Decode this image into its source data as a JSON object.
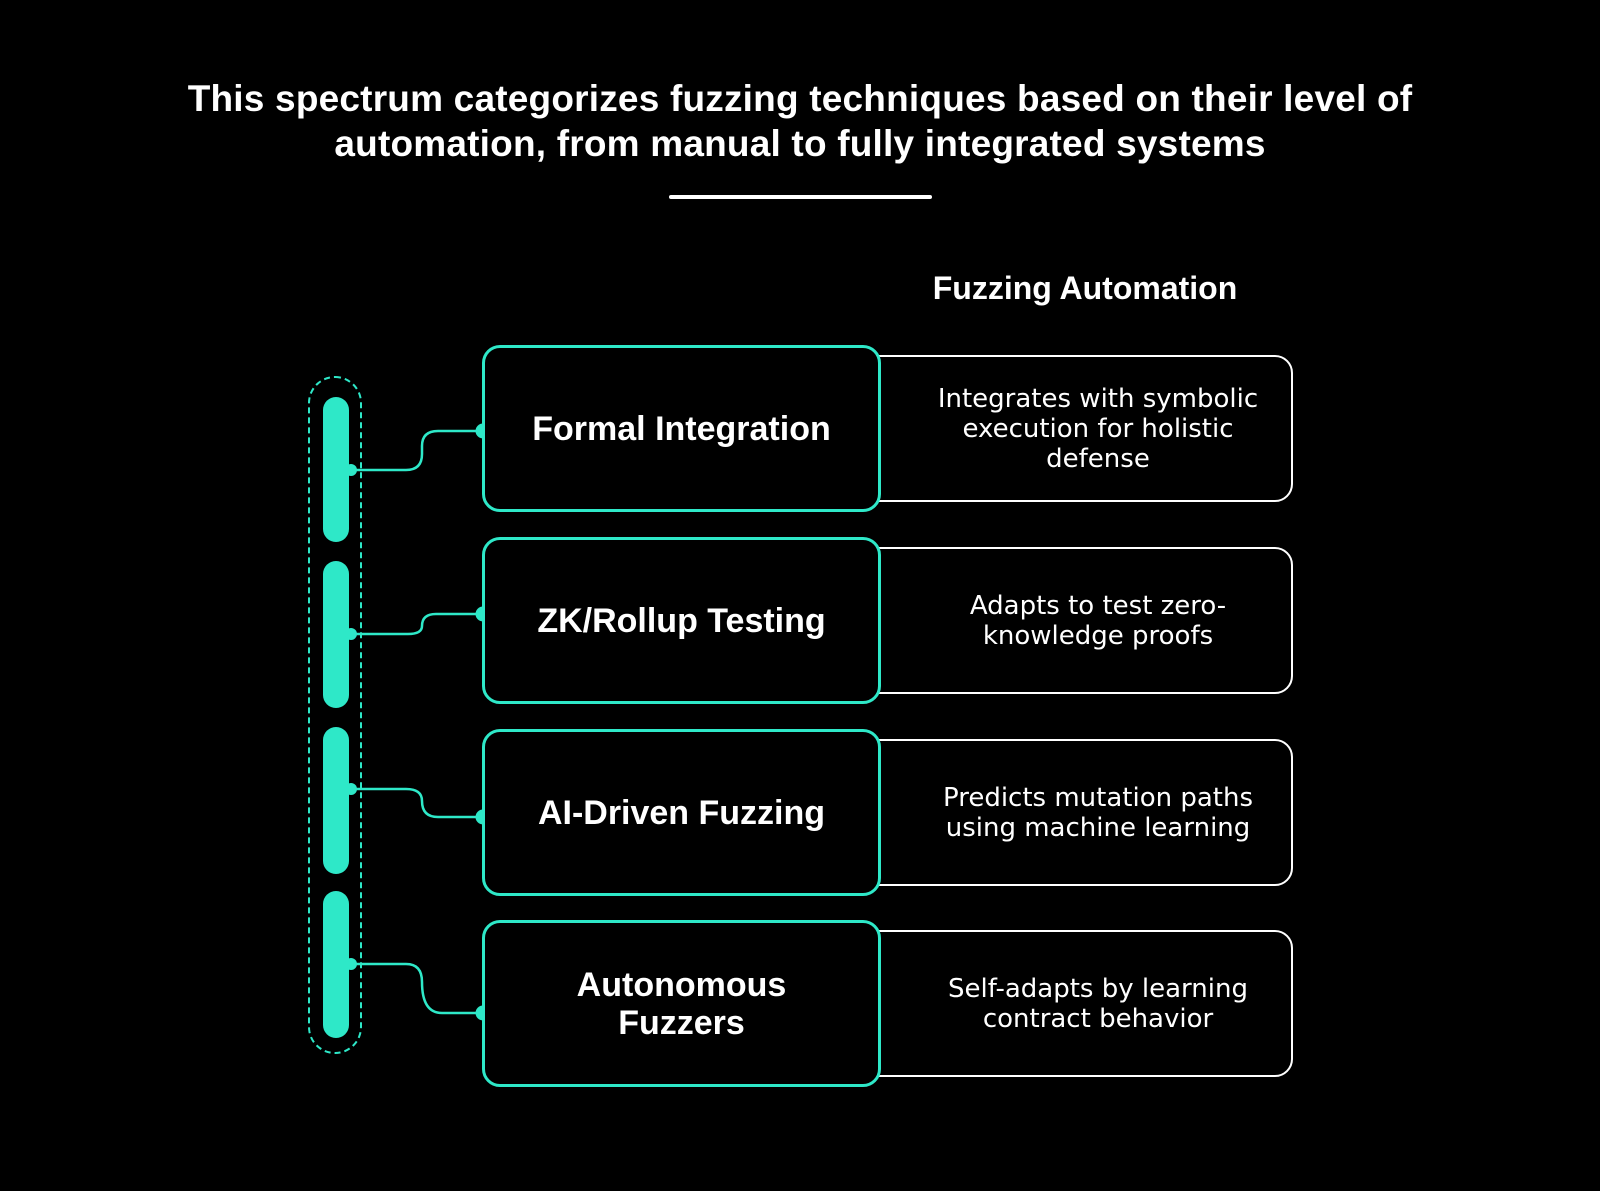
{
  "title": "This spectrum categorizes fuzzing techniques based on their level of automation, from manual to fully integrated systems",
  "section_header": "Fuzzing Automation",
  "accent_color": "#2ee8c8",
  "techniques": [
    {
      "label": "Formal Integration",
      "description": "Integrates with symbolic execution for holistic defense"
    },
    {
      "label": "ZK/Rollup Testing",
      "description": "Adapts to test zero-knowledge proofs"
    },
    {
      "label": "AI-Driven Fuzzing",
      "description": "Predicts mutation paths using machine learning"
    },
    {
      "label": "Autonomous Fuzzers",
      "description": "Self-adapts by learning contract behavior"
    }
  ]
}
